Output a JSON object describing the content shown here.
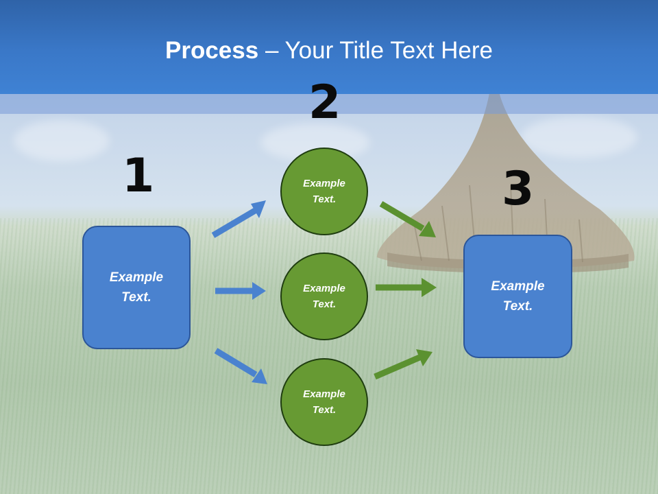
{
  "title": {
    "bold": "Process",
    "rest": " – Your Title Text Here"
  },
  "steps": [
    {
      "number": "1",
      "text_line1": "Example",
      "text_line2": "Text."
    },
    {
      "number": "2"
    },
    {
      "number": "3",
      "text_line1": "Example",
      "text_line2": "Text."
    }
  ],
  "circles": [
    {
      "text_line1": "Example",
      "text_line2": "Text."
    },
    {
      "text_line1": "Example",
      "text_line2": "Text."
    },
    {
      "text_line1": "Example",
      "text_line2": "Text."
    }
  ],
  "colors": {
    "header": "#3a78c8",
    "box": "#4a82cf",
    "circle": "#679a33",
    "blue_arrow": "#4a82cf",
    "green_arrow": "#5b9130"
  }
}
